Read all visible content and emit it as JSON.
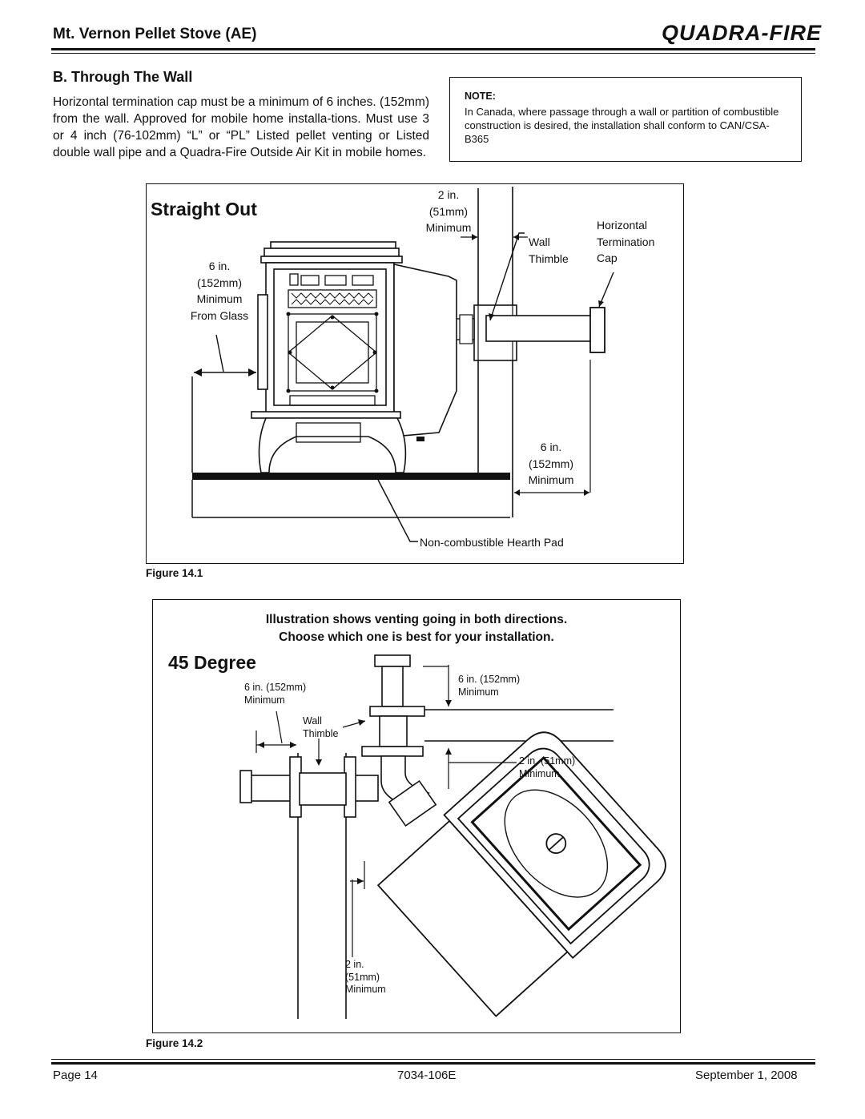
{
  "header": {
    "title": "Mt. Vernon Pellet Stove (AE)",
    "logo": "QUADRA-FIRE"
  },
  "section": {
    "title": "B.  Through The Wall",
    "body": "Horizontal termination cap must be a minimum of 6 inches. (152mm) from the wall.  Approved for mobile home installa-tions.  Must use 3 or 4 inch (76-102mm) “L” or “PL” Listed pellet venting or Listed double wall pipe and a Quadra-Fire Outside Air Kit in mobile homes."
  },
  "note": {
    "heading": "NOTE:",
    "text": "In Canada, where passage through a wall or partition of combustible construction is desired, the installation shall conform to CAN/CSA-B365"
  },
  "figure1": {
    "title": "Straight Out",
    "caption": "Figure 14.1",
    "labels": {
      "clearance_top": [
        "2 in.",
        "(51mm)",
        "Minimum"
      ],
      "wall_thimble": [
        "Wall",
        "Thimble"
      ],
      "termination_cap": [
        "Horizontal",
        "Termination",
        "Cap"
      ],
      "glass_clearance": [
        "6 in.",
        "(152mm)",
        "Minimum",
        "From Glass"
      ],
      "cap_clearance": [
        "6 in.",
        "(152mm)",
        "Minimum"
      ],
      "hearth": "Non-combustible Hearth Pad"
    }
  },
  "figure2": {
    "title": "45 Degree",
    "caption": "Figure 14.2",
    "info_line1": "Illustration shows venting going in both directions.",
    "info_line2": "Choose which one is best for your installation.",
    "labels": {
      "left_clearance": [
        "6 in. (152mm)",
        "Minimum"
      ],
      "top_clearance": [
        "6 in. (152mm)",
        "Minimum"
      ],
      "wall_thimble": [
        "Wall",
        "Thimble"
      ],
      "right_clearance": [
        "2 in. (51mm)",
        "Minimum"
      ],
      "bottom_clearance": [
        "2 in.",
        "(51mm)",
        "Minimum"
      ]
    }
  },
  "footer": {
    "page": "Page  14",
    "doc_number": "7034-106E",
    "date": "September 1, 2008"
  }
}
